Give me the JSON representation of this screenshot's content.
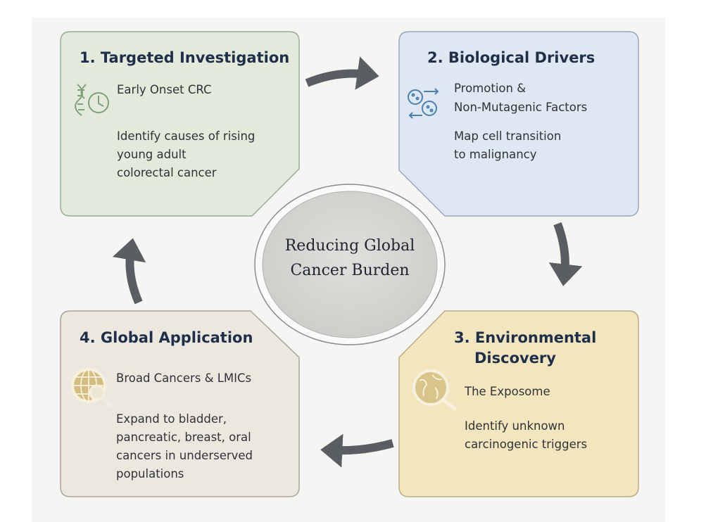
{
  "center": {
    "line1": "Reducing Global",
    "line2": "Cancer Burden"
  },
  "cards": [
    {
      "title": "1. Targeted Investigation",
      "subtitle": "Early Onset CRC",
      "body": [
        "Identify causes of rising",
        "young adult",
        "colorectal cancer"
      ],
      "icon": "dna-clock-icon",
      "color": "#e3eadb"
    },
    {
      "title": "2. Biological Drivers",
      "subtitle": [
        "Promotion &",
        "Non-Mutagenic Factors"
      ],
      "body": [
        "Map cell transition",
        "to malignancy"
      ],
      "icon": "cell-exchange-icon",
      "color": "#dfe8f2"
    },
    {
      "title": [
        "3. Environmental",
        "Discovery"
      ],
      "subtitle": "The Exposome",
      "body": [
        "Identify unknown",
        "carcinogenic triggers"
      ],
      "icon": "globe-magnifier-icon",
      "color": "#f3e6be"
    },
    {
      "title": "4. Global Application",
      "subtitle": "Broad Cancers & LMICs",
      "body": [
        "Expand to bladder,",
        "pancreatic, breast, oral",
        "cancers in underserved",
        "populations"
      ],
      "icon": "globe-grid-magnifier-icon",
      "color": "#ede8df"
    }
  ]
}
